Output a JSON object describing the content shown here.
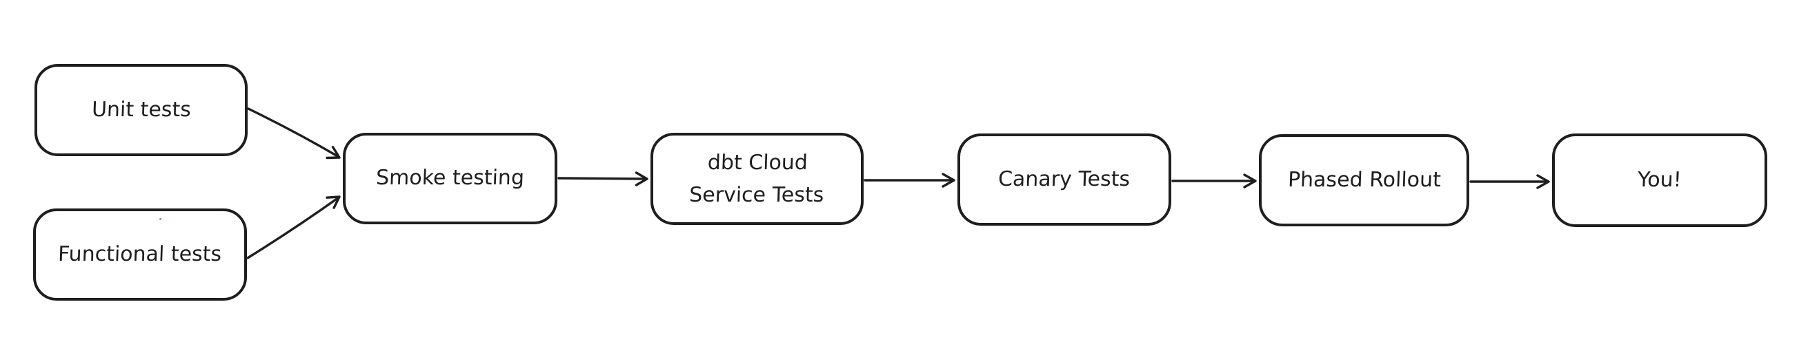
{
  "diagram": {
    "type": "flowchart",
    "style": "hand-drawn (excalidraw-like)",
    "colors": {
      "background": "#ffffff",
      "stroke": "#1e1e1e",
      "stray_dot": "#e03131"
    },
    "nodes": [
      {
        "id": "unit-tests",
        "label": "Unit tests"
      },
      {
        "id": "functional-tests",
        "label": "Functional tests"
      },
      {
        "id": "smoke-testing",
        "label": "Smoke testing"
      },
      {
        "id": "dbt-cloud-service-tests",
        "label": "dbt Cloud\nService Tests"
      },
      {
        "id": "canary-tests",
        "label": "Canary Tests"
      },
      {
        "id": "phased-rollout",
        "label": "Phased Rollout"
      },
      {
        "id": "you",
        "label": "You!"
      }
    ],
    "edges": [
      {
        "from": "unit-tests",
        "to": "smoke-testing"
      },
      {
        "from": "functional-tests",
        "to": "smoke-testing"
      },
      {
        "from": "smoke-testing",
        "to": "dbt-cloud-service-tests"
      },
      {
        "from": "dbt-cloud-service-tests",
        "to": "canary-tests"
      },
      {
        "from": "canary-tests",
        "to": "phased-rollout"
      },
      {
        "from": "phased-rollout",
        "to": "you"
      }
    ]
  }
}
